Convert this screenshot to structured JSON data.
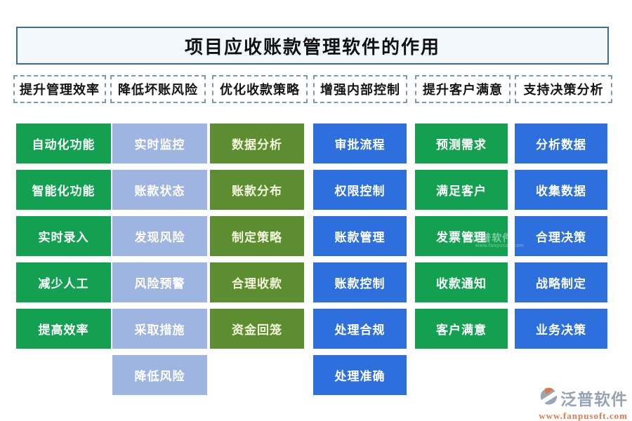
{
  "title": "项目应收账款管理软件的作用",
  "columns": [
    {
      "header": "提升管理效率",
      "box_color": "#13a151",
      "box_text_color": "#ffffff",
      "items": [
        "自动化功能",
        "智能化功能",
        "实时录入",
        "减少人工",
        "提高效率"
      ]
    },
    {
      "header": "降低坏账风险",
      "box_color": "#9fb5e1",
      "box_text_color": "#ffffff",
      "items": [
        "实时监控",
        "账款状态",
        "发现风险",
        "风险预警",
        "采取措施",
        "降低风险"
      ]
    },
    {
      "header": "优化收款策略",
      "box_color": "#5c8d31",
      "box_text_color": "#f3f8dc",
      "items": [
        "数据分析",
        "账款分布",
        "制定策略",
        "合理收款",
        "资金回笼"
      ]
    },
    {
      "header": "增强内部控制",
      "box_color": "#2d70dd",
      "box_text_color": "#ffffff",
      "items": [
        "审批流程",
        "权限控制",
        "账款管理",
        "账款控制",
        "处理合规",
        "处理准确"
      ]
    },
    {
      "header": "提升客户满意",
      "box_color": "#13a151",
      "box_text_color": "#ffffff",
      "items": [
        "预测需求",
        "满足客户",
        "发票管理",
        "收款通知",
        "客户满意"
      ]
    },
    {
      "header": "支持决策分析",
      "box_color": "#2d70dd",
      "box_text_color": "#ffffff",
      "items": [
        "分析数据",
        "收集数据",
        "合理决策",
        "战略制定",
        "业务决策"
      ]
    }
  ],
  "watermark": {
    "text": "泛普软件",
    "subtext": "www.fanpusoft.com"
  },
  "brand": {
    "name": "泛普软件",
    "url": "www.fanpusoft.com"
  },
  "colors": {
    "green": "#13a151",
    "light_blue": "#9fb5e1",
    "olive": "#5c8d31",
    "blue": "#2d70dd",
    "title_border": "#3d6e96",
    "title_bg": "#f3f8fd",
    "header_dash_border": "#7f98ab",
    "brand_gray": "#98a2b3",
    "brand_orange": "#e0784a"
  }
}
